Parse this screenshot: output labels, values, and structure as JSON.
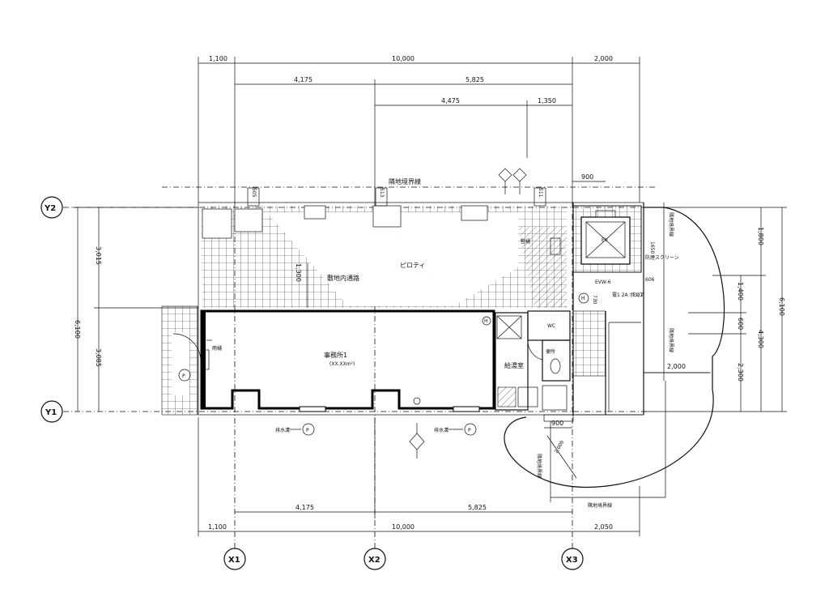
{
  "grid": {
    "columns": [
      "X1",
      "X2",
      "X3"
    ],
    "rows": [
      "Y2",
      "Y1"
    ]
  },
  "dimensions": {
    "top_outer": [
      "1,100",
      "10,000",
      "2,000"
    ],
    "top_inner": [
      "4,175",
      "5,825"
    ],
    "top_third": [
      "4,475",
      "1,350"
    ],
    "bottom_inner": [
      "4,175",
      "5,825"
    ],
    "bottom_outer": [
      "1,100",
      "10,000",
      "2,050"
    ],
    "left_total": "6,100",
    "left_upper": "3,015",
    "left_lower": "3,085",
    "right_total": "6,100",
    "right_upper": "1,800",
    "right_mid_total": "4,300",
    "right_a": "1,400",
    "right_b": "600",
    "right_c": "2,300",
    "corridor_depth": "1,300",
    "ramp_width": "2,000",
    "side_900_top": "900",
    "side_900_bottom": "900",
    "curve_radius": "2,000",
    "wall_505": "505",
    "wall_513": "513",
    "wall_511": "511",
    "w_1650": "1650",
    "w_606": "606",
    "w_730": "730"
  },
  "labels": {
    "boundary_top": "隣地境界線",
    "boundary_right": "隣地境界線",
    "boundary_bottom_right": "隣地境界線",
    "boundary_bottom_vertical": "隣地境界線",
    "passage": "敷地内通路",
    "pilotis": "ピロティ",
    "office": "事務所1",
    "office_area": "(XX.XXm²)",
    "water_room": "給湯室",
    "wc": "WC",
    "toilet": "便所",
    "ev": "EV",
    "ev_label": "EVW-6",
    "ev_note": "防煙スクリーン",
    "rain_gutter": "竪樋",
    "gutter_left": "雨樋",
    "drain_left": "排水溝",
    "drain_right": "排水溝",
    "pump_note": "電1 2A ポンプ",
    "eq_note": "EQ1",
    "mark_p": "P",
    "mark_h": "H"
  }
}
